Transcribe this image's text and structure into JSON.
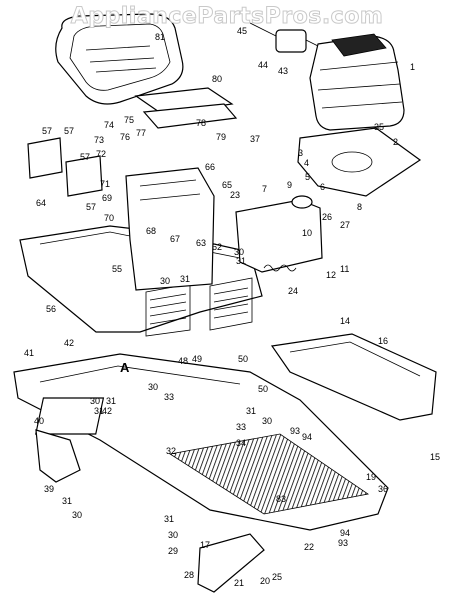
{
  "watermark": "AppliancePartsPros.com",
  "callouts": [
    "81",
    "45",
    "44",
    "43",
    "1",
    "80",
    "35",
    "3",
    "2",
    "4",
    "6",
    "5",
    "8",
    "9",
    "10",
    "7",
    "26",
    "27",
    "57",
    "57",
    "57",
    "64",
    "57",
    "74",
    "73",
    "72",
    "75",
    "77",
    "76",
    "78",
    "79",
    "37",
    "66",
    "71",
    "69",
    "65",
    "23",
    "70",
    "68",
    "67",
    "63",
    "62",
    "30",
    "31",
    "55",
    "30",
    "31",
    "11",
    "12",
    "24",
    "56",
    "14",
    "16",
    "42",
    "41",
    "48",
    "49",
    "50",
    "30",
    "31",
    "40",
    "42",
    "30",
    "31",
    "33",
    "32",
    "50",
    "31",
    "30",
    "33",
    "34",
    "39",
    "31",
    "30",
    "19",
    "36",
    "15",
    "31",
    "30",
    "29",
    "17",
    "20",
    "21",
    "25",
    "28",
    "22",
    "83",
    "94",
    "93",
    "94",
    "93",
    "A"
  ]
}
